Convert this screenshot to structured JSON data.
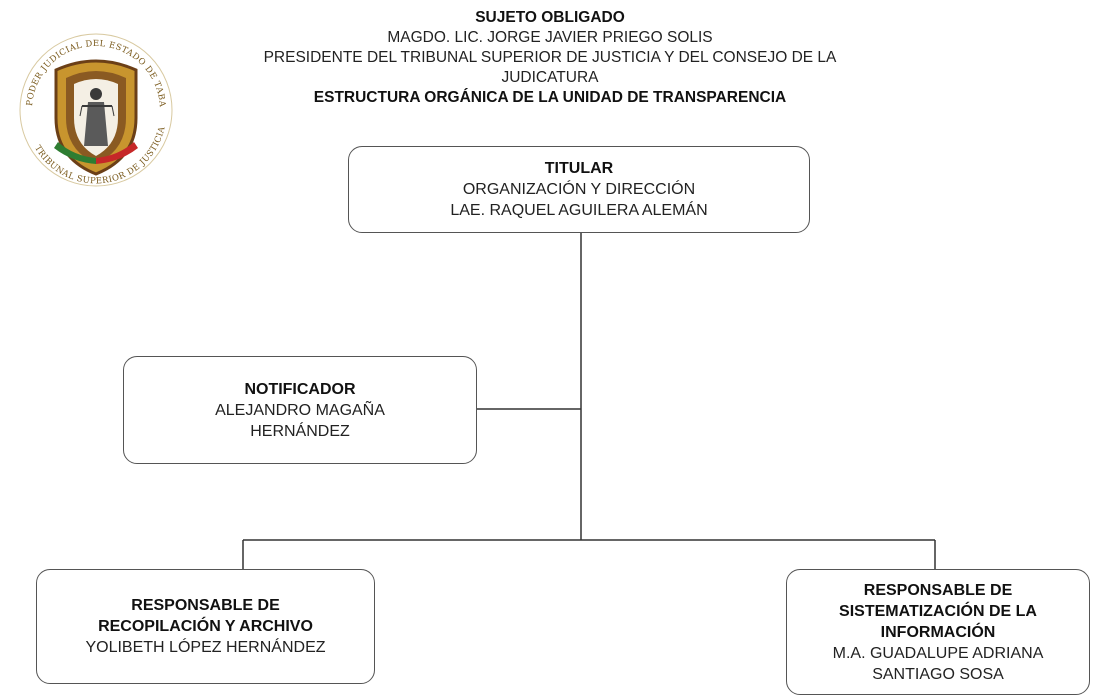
{
  "header": {
    "line1": "SUJETO OBLIGADO",
    "line2": "MAGDO. LIC. JORGE JAVIER PRIEGO SOLIS",
    "line3": "PRESIDENTE DEL TRIBUNAL SUPERIOR DE JUSTICIA Y DEL CONSEJO DE LA",
    "line4": "JUDICATURA",
    "line5": "ESTRUCTURA ORGÁNICA DE LA UNIDAD DE TRANSPARENCIA"
  },
  "seal": {
    "icon": "judicial-seal-icon",
    "text_top": "PODER JUDICIAL DEL ESTADO DE TABASCO",
    "text_bottom": "TRIBUNAL SUPERIOR DE JUSTICIA"
  },
  "nodes": {
    "titular": {
      "role": "TITULAR",
      "line1": "ORGANIZACIÓN Y DIRECCIÓN",
      "line2": "LAE. RAQUEL AGUILERA ALEMÁN"
    },
    "notificador": {
      "role": "NOTIFICADOR",
      "line1": "ALEJANDRO MAGAÑA",
      "line2": "HERNÁNDEZ"
    },
    "recopilacion": {
      "role_line1": "RESPONSABLE DE",
      "role_line2": "RECOPILACIÓN Y ARCHIVO",
      "name": "YOLIBETH LÓPEZ HERNÁNDEZ"
    },
    "sistematizacion": {
      "role_line1": "RESPONSABLE DE",
      "role_line2": "SISTEMATIZACIÓN DE LA",
      "role_line3": "INFORMACIÓN",
      "name_line1": "M.A. GUADALUPE ADRIANA",
      "name_line2": "SANTIAGO SOSA"
    }
  },
  "colors": {
    "seal_gold": "#c8952e",
    "seal_brown": "#6b3f17",
    "flag_green": "#2e7d32",
    "flag_red": "#c62828",
    "border": "#555555"
  }
}
